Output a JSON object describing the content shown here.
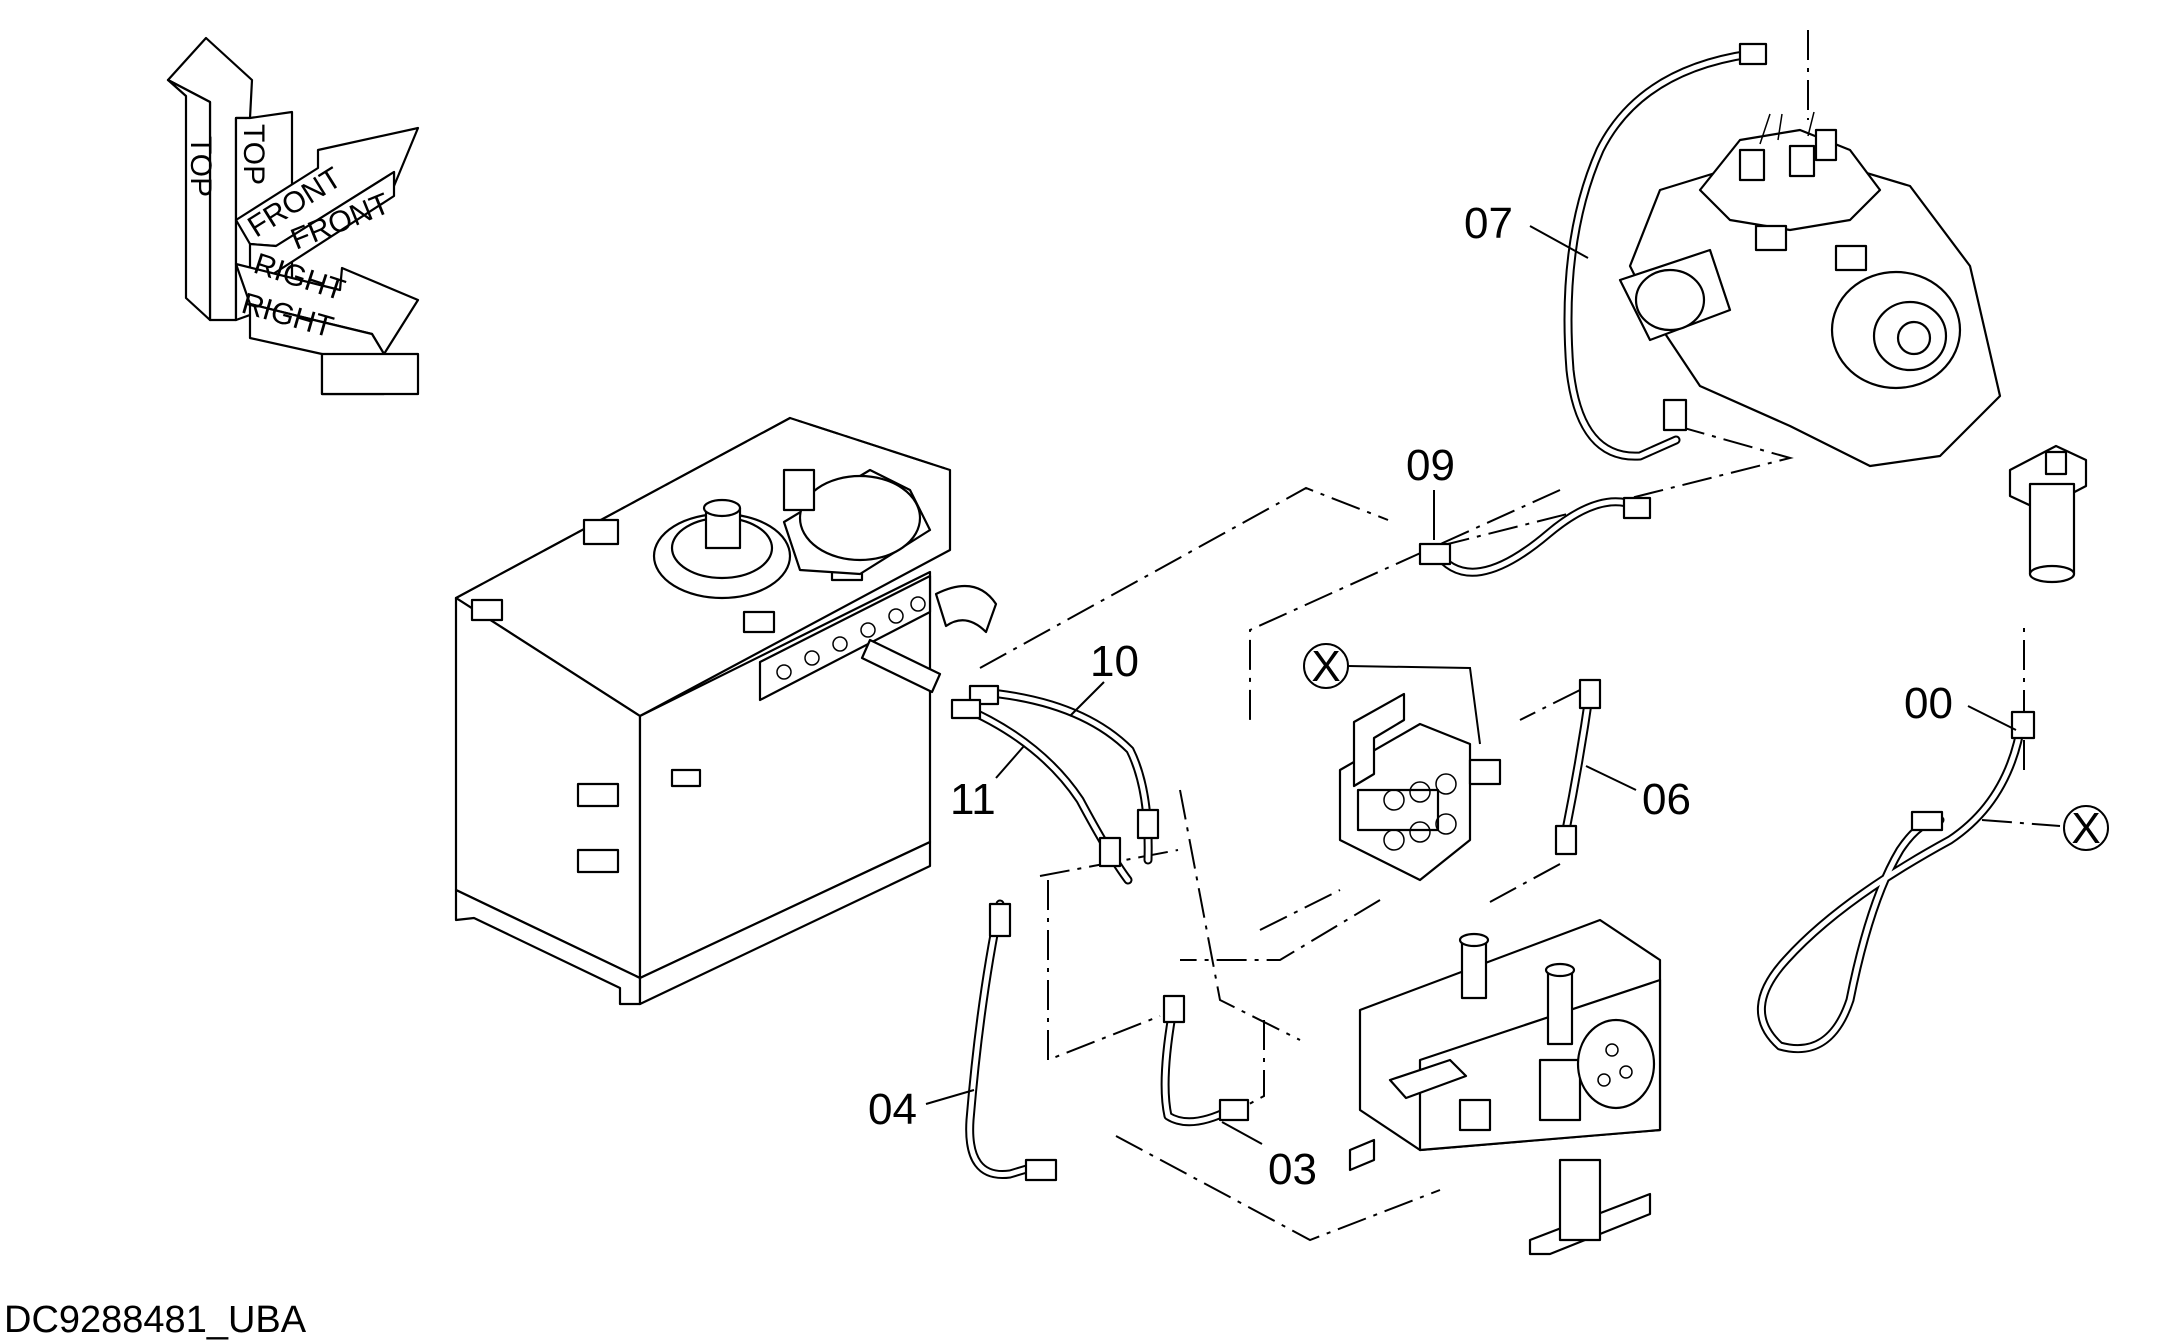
{
  "drawing_id": "DC9288481_UBA",
  "orientation": {
    "top": "TOP",
    "front": "FRONT",
    "right": "RIGHT"
  },
  "parts": [
    {
      "id": "p00",
      "label": "00"
    },
    {
      "id": "p03",
      "label": "03"
    },
    {
      "id": "p04",
      "label": "04"
    },
    {
      "id": "p06",
      "label": "06"
    },
    {
      "id": "p07",
      "label": "07"
    },
    {
      "id": "p09",
      "label": "09"
    },
    {
      "id": "p10",
      "label": "10"
    },
    {
      "id": "p11",
      "label": "11"
    }
  ],
  "connection_marker": "X"
}
